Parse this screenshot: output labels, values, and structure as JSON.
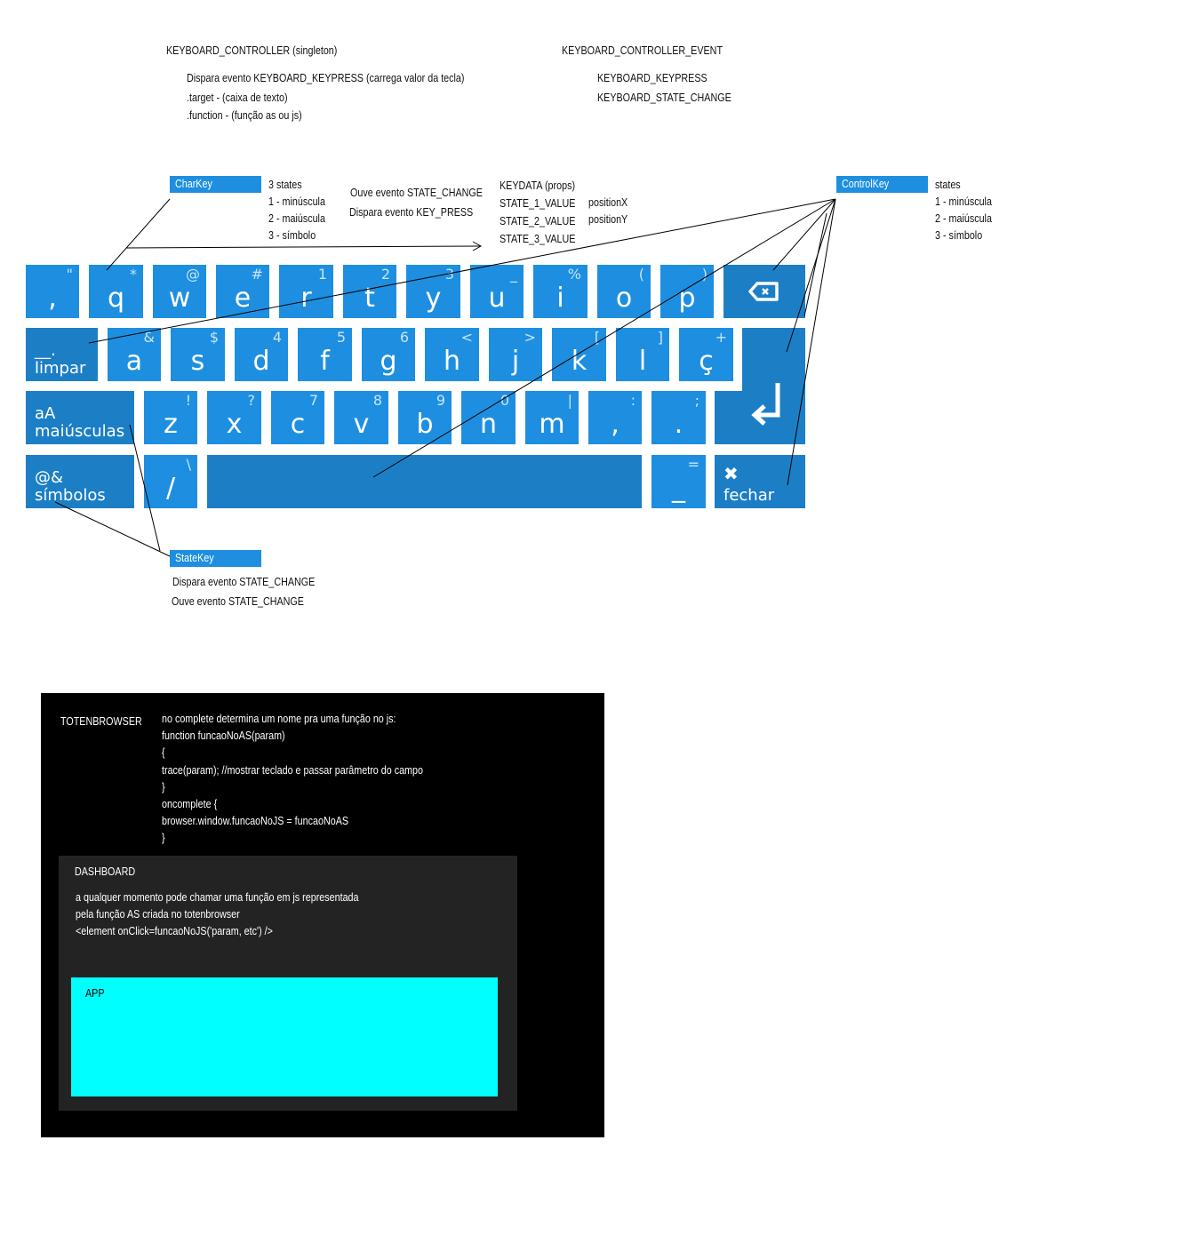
{
  "top": {
    "controller_title": "KEYBOARD_CONTROLLER (singleton)",
    "controller_lines": [
      "Dispara evento KEYBOARD_KEYPRESS (carrega valor da tecla)",
      ".target - (caixa de texto)",
      ".function - (função as ou js)"
    ],
    "event_title": "KEYBOARD_CONTROLLER_EVENT",
    "event_lines": [
      "KEYBOARD_KEYPRESS",
      "KEYBOARD_STATE_CHANGE"
    ]
  },
  "charkey": {
    "tag": "CharKey",
    "states": [
      "3 states",
      "1 - minúscula",
      "2 - maiúscula",
      "3 - símbolo"
    ],
    "events": [
      "Ouve evento STATE_CHANGE",
      "Dispara evento KEY_PRESS"
    ],
    "keydata": [
      "KEYDATA (props)",
      "STATE_1_VALUE",
      "STATE_2_VALUE",
      "STATE_3_VALUE"
    ],
    "positions": [
      "positionX",
      "positionY"
    ]
  },
  "controlkey": {
    "tag": "ControlKey",
    "states": [
      "states",
      "1 - minúscula",
      "2 - maiúscula",
      "3 - símbolo"
    ]
  },
  "statekey": {
    "tag": "StateKey",
    "events": [
      "Dispara evento STATE_CHANGE",
      "Ouve evento STATE_CHANGE"
    ]
  },
  "keyboard": {
    "colors": {
      "key": "#1e8fe0",
      "key_dark": "#1c7fc6",
      "text": "#ffffff"
    },
    "row1": [
      {
        "main": ",",
        "alt": "\""
      },
      {
        "main": "q",
        "alt": "*"
      },
      {
        "main": "w",
        "alt": "@"
      },
      {
        "main": "e",
        "alt": "#"
      },
      {
        "main": "r",
        "alt": "1"
      },
      {
        "main": "t",
        "alt": "2"
      },
      {
        "main": "y",
        "alt": "3"
      },
      {
        "main": "u",
        "alt": "_"
      },
      {
        "main": "i",
        "alt": "%"
      },
      {
        "main": "o",
        "alt": "("
      },
      {
        "main": "p",
        "alt": ")"
      }
    ],
    "row2": [
      {
        "main": "a",
        "alt": "&"
      },
      {
        "main": "s",
        "alt": "$"
      },
      {
        "main": "d",
        "alt": "4"
      },
      {
        "main": "f",
        "alt": "5"
      },
      {
        "main": "g",
        "alt": "6"
      },
      {
        "main": "h",
        "alt": "<"
      },
      {
        "main": "j",
        "alt": ">"
      },
      {
        "main": "k",
        "alt": "["
      },
      {
        "main": "l",
        "alt": "]"
      },
      {
        "main": "ç",
        "alt": "+"
      }
    ],
    "row3": [
      {
        "main": "z",
        "alt": "!"
      },
      {
        "main": "x",
        "alt": "?"
      },
      {
        "main": "c",
        "alt": "7"
      },
      {
        "main": "v",
        "alt": "8"
      },
      {
        "main": "b",
        "alt": "9"
      },
      {
        "main": "n",
        "alt": "0"
      },
      {
        "main": "m",
        "alt": "|"
      },
      {
        "main": ",",
        "alt": ":"
      },
      {
        "main": ".",
        "alt": ";"
      }
    ],
    "row4": [
      {
        "main": "/",
        "alt": "\\"
      },
      {
        "main": "_",
        "alt": "="
      }
    ],
    "clear_symbol": "__.",
    "clear_label": "limpar",
    "caps_symbol": "aA",
    "caps_label": "maiúsculas",
    "symbols_symbol": "@&",
    "symbols_label": "símbolos",
    "close_symbol": "✖",
    "close_label": "fechar",
    "backspace_icon": "backspace-icon",
    "enter_icon": "enter-icon"
  },
  "browser": {
    "colors": {
      "outer": "#000000",
      "dashboard": "#232323",
      "app": "#00ffff"
    },
    "title": "TOTENBROWSER",
    "code_lines": [
      "no complete determina um nome pra uma função no js:",
      "function funcaoNoAS(param)",
      "{",
      "trace(param); //mostrar teclado e passar parâmetro do campo",
      "}",
      "oncomplete {",
      "browser.window.funcaoNoJS = funcaoNoAS",
      "}"
    ],
    "dashboard_title": "DASHBOARD",
    "dashboard_lines": [
      "a qualquer momento pode chamar uma função em js representada",
      "pela função AS criada no totenbrowser",
      "<element onClick=funcaoNoJS('param, etc') />"
    ],
    "app_title": "APP"
  }
}
